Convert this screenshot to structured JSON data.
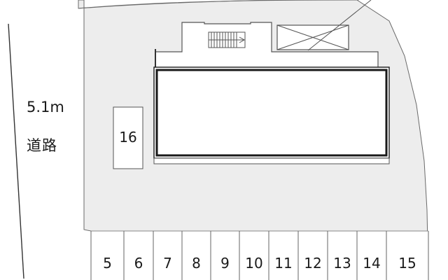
{
  "road": {
    "width_label": "5.1m",
    "name_label": "道路"
  },
  "parking": {
    "side_space": "16",
    "bottom_spaces": [
      "5",
      "6",
      "7",
      "8",
      "9",
      "10",
      "11",
      "12",
      "13",
      "14",
      "15"
    ]
  },
  "colors": {
    "lot_fill": "#ededed",
    "outline": "#5a5a5a",
    "building_border": "#1a1a1a",
    "text": "#1a1a1a"
  },
  "icons": {
    "stairs": "stairs-icon",
    "void_area": "x-cross-icon"
  }
}
